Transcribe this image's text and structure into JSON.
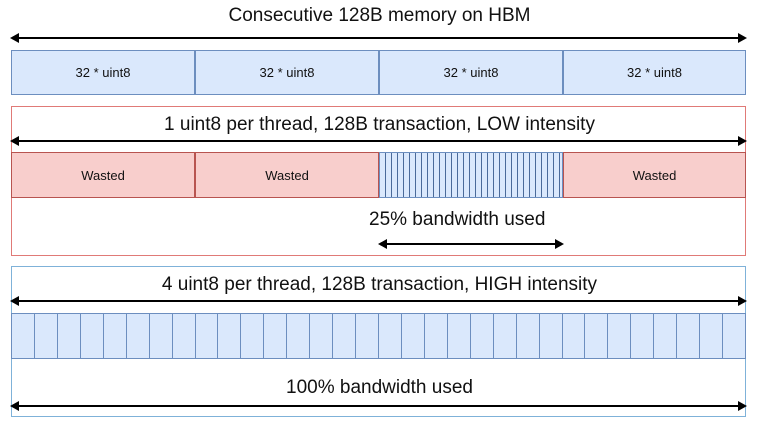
{
  "top": {
    "title": "Consecutive 128B memory on HBM",
    "cells": [
      "32 * uint8",
      "32 * uint8",
      "32 * uint8",
      "32 * uint8"
    ]
  },
  "low": {
    "title": "1 uint8 per thread, 128B transaction, LOW intensity",
    "cells": [
      "Wasted",
      "Wasted",
      "",
      "Wasted"
    ],
    "used_label": "25% bandwidth used"
  },
  "high": {
    "title": "4 uint8 per thread, 128B transaction, HIGH intensity",
    "used_label": "100% bandwidth used",
    "segments": 32
  },
  "colors": {
    "blue_fill": "#dae8fc",
    "blue_stroke": "#6c8ebf",
    "red_fill": "#f8cecc",
    "red_stroke": "#b85450"
  }
}
